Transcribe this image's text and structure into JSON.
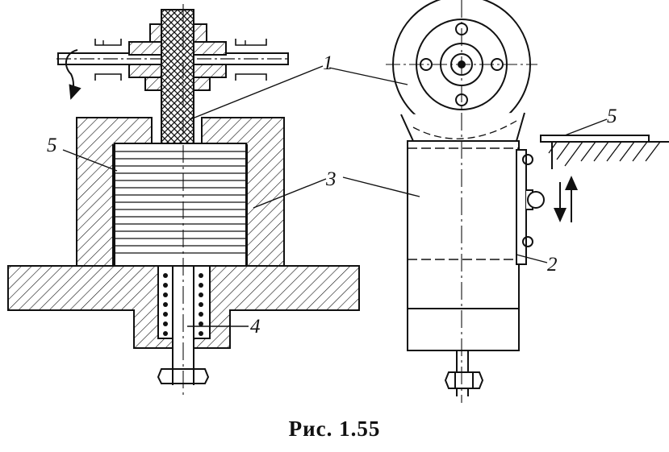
{
  "caption": "Рис. 1.55",
  "labels": {
    "l1": "1",
    "l2": "2",
    "l3_left": "3",
    "l4": "4",
    "l5_left": "5",
    "l5_right": "5"
  }
}
